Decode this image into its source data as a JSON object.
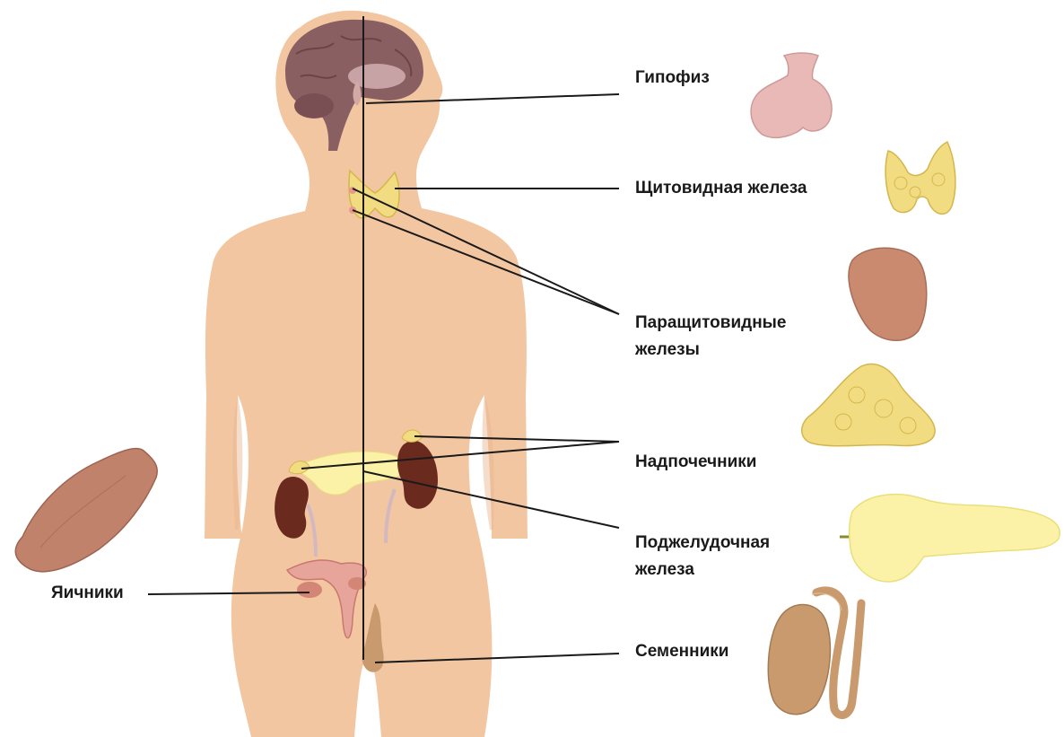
{
  "labels": {
    "pituitary": "Гипофиз",
    "thyroid": "Щитовидная железа",
    "parathyroid_line1": "Паращитовидные",
    "parathyroid_line2": "железы",
    "adrenal": "Надпочечники",
    "pancreas_line1": "Поджелудочная",
    "pancreas_line2": "железа",
    "ovaries": "Яичники",
    "testes": "Семенники"
  },
  "colors": {
    "skin": "#f3c6a2",
    "skin_shadow": "#e8b48e",
    "brain": "#8a5f62",
    "brain_light": "#c8a3a6",
    "gland_yellow": "#f2dc82",
    "gland_yellow_dark": "#d4b64c",
    "pancreas": "#fbf2a8",
    "kidney": "#6b2a1e",
    "pituitary": "#e8b9b6",
    "parathyroid_organ": "#c98a70",
    "ovary": "#c0826b",
    "testis": "#c99a6e",
    "uterus": "#e7a49a",
    "line": "#1a1a1a"
  }
}
